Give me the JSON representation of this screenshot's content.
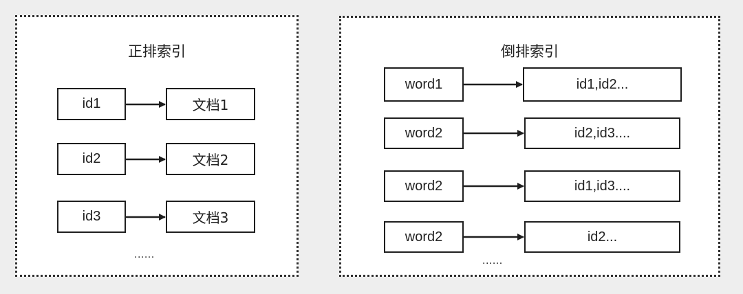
{
  "forward_index": {
    "title": "正排索引",
    "rows": [
      {
        "id": "id1",
        "doc": "文档1"
      },
      {
        "id": "id2",
        "doc": "文档2"
      },
      {
        "id": "id3",
        "doc": "文档3"
      }
    ],
    "more": "......"
  },
  "inverted_index": {
    "title": "倒排索引",
    "rows": [
      {
        "word": "word1",
        "postings": "id1,id2..."
      },
      {
        "word": "word2",
        "postings": "id2,id3...."
      },
      {
        "word": "word2",
        "postings": "id1,id3...."
      },
      {
        "word": "word2",
        "postings": "id2..."
      }
    ],
    "more": "......"
  }
}
